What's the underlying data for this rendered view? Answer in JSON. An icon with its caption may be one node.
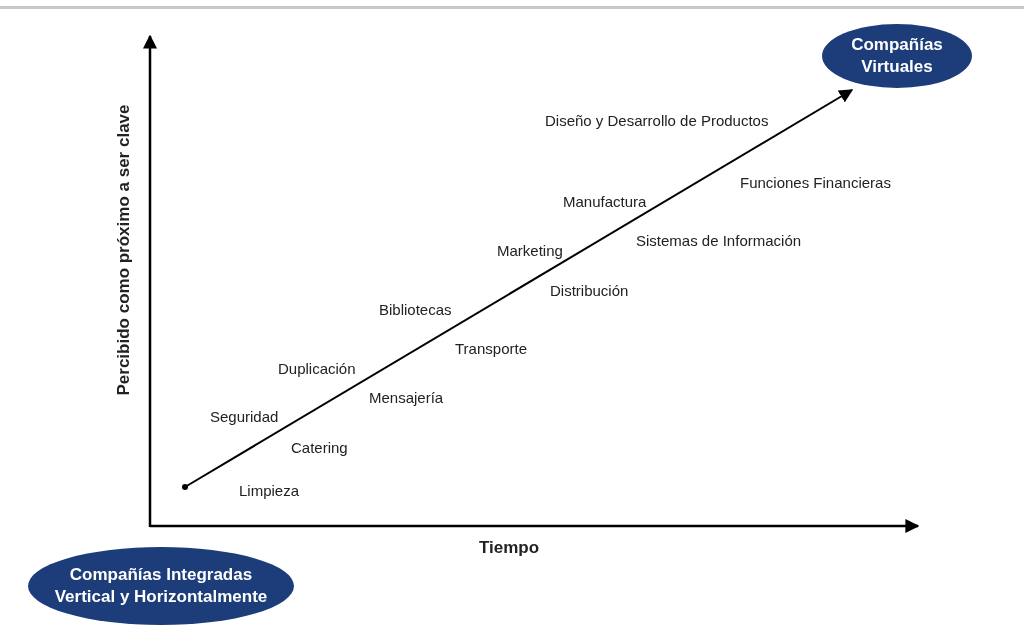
{
  "diagram": {
    "nodes": [
      {
        "text": [
          "Compañías Virtuales"
        ]
      },
      {
        "text": [
          "Compañías Integradas Vertical y Horizontalmente"
        ]
      }
    ],
    "labels": [
      "Percibido como próximo a ser clave",
      "Diseño y Desarrollo de Productos",
      "Funciones Financieras",
      "Manufactura",
      "Sistemas de Información",
      "Marketing",
      "Distribución",
      "Bibliotecas",
      "Transporte",
      "Duplicación",
      "Mensajería",
      "Seguridad",
      "Catering",
      "Limpieza",
      "Tiempo"
    ]
  }
}
